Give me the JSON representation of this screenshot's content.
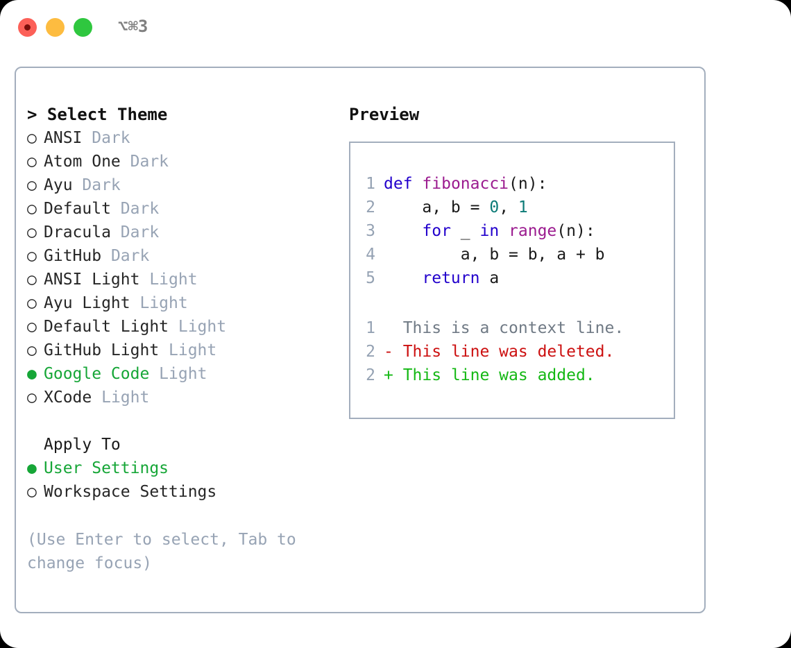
{
  "window": {
    "shortcut": "⌥⌘3",
    "traffic_lights": [
      {
        "name": "close",
        "color": "#fc6058"
      },
      {
        "name": "minimize",
        "color": "#fdbc40"
      },
      {
        "name": "maximize",
        "color": "#2fc73f"
      }
    ]
  },
  "colors": {
    "accent_green": "#16a637",
    "muted": "#97a3b4",
    "border": "#a3aebd",
    "keyword": "#2200cc",
    "function": "#9b1b8f",
    "number": "#0c7b77",
    "diff_deleted": "#cc1010",
    "diff_added": "#14b814",
    "diff_context": "#707a85"
  },
  "theme_picker": {
    "header": "> Select Theme",
    "bullet_unselected": "○",
    "bullet_selected": "●",
    "items": [
      {
        "bullet": "○",
        "name": "ANSI",
        "tag": "Dark",
        "selected": false
      },
      {
        "bullet": "○",
        "name": "Atom One",
        "tag": "Dark",
        "selected": false
      },
      {
        "bullet": "○",
        "name": "Ayu",
        "tag": "Dark",
        "selected": false
      },
      {
        "bullet": "○",
        "name": "Default",
        "tag": "Dark",
        "selected": false
      },
      {
        "bullet": "○",
        "name": "Dracula",
        "tag": "Dark",
        "selected": false
      },
      {
        "bullet": "○",
        "name": "GitHub",
        "tag": "Dark",
        "selected": false
      },
      {
        "bullet": "○",
        "name": "ANSI Light",
        "tag": "Light",
        "selected": false
      },
      {
        "bullet": "○",
        "name": "Ayu Light",
        "tag": "Light",
        "selected": false
      },
      {
        "bullet": "○",
        "name": "Default Light",
        "tag": "Light",
        "selected": false
      },
      {
        "bullet": "○",
        "name": "GitHub Light",
        "tag": "Light",
        "selected": false
      },
      {
        "bullet": "●",
        "name": "Google Code",
        "tag": "Light",
        "selected": true
      },
      {
        "bullet": "○",
        "name": "XCode",
        "tag": "Light",
        "selected": false
      }
    ]
  },
  "apply_to": {
    "header": "Apply To",
    "items": [
      {
        "bullet": "●",
        "label": "User Settings",
        "selected": true
      },
      {
        "bullet": "○",
        "label": "Workspace Settings",
        "selected": false
      }
    ]
  },
  "hint": "(Use Enter to select, Tab to change focus)",
  "preview": {
    "header": "Preview",
    "code_lines": [
      {
        "n": "1",
        "tokens": [
          {
            "t": "def",
            "c": "kw"
          },
          {
            "t": " ",
            "c": "pl"
          },
          {
            "t": "fibonacci",
            "c": "fn"
          },
          {
            "t": "(n):",
            "c": "pl"
          }
        ]
      },
      {
        "n": "2",
        "tokens": [
          {
            "t": "    a, b = ",
            "c": "pl"
          },
          {
            "t": "0",
            "c": "num"
          },
          {
            "t": ", ",
            "c": "pl"
          },
          {
            "t": "1",
            "c": "num"
          }
        ]
      },
      {
        "n": "3",
        "tokens": [
          {
            "t": "    ",
            "c": "pl"
          },
          {
            "t": "for",
            "c": "kw"
          },
          {
            "t": " _ ",
            "c": "pl"
          },
          {
            "t": "in",
            "c": "kw"
          },
          {
            "t": " ",
            "c": "pl"
          },
          {
            "t": "range",
            "c": "fn"
          },
          {
            "t": "(n):",
            "c": "pl"
          }
        ]
      },
      {
        "n": "4",
        "tokens": [
          {
            "t": "        a, b = b, a + b",
            "c": "pl"
          }
        ]
      },
      {
        "n": "5",
        "tokens": [
          {
            "t": "    ",
            "c": "pl"
          },
          {
            "t": "return",
            "c": "kw"
          },
          {
            "t": " a",
            "c": "pl"
          }
        ]
      }
    ],
    "diff_lines": [
      {
        "n": "1",
        "marker": " ",
        "text": " This is a context line.",
        "cls": "ctx"
      },
      {
        "n": "2",
        "marker": "-",
        "text": " This line was deleted.",
        "cls": "del"
      },
      {
        "n": "2",
        "marker": "+",
        "text": " This line was added.",
        "cls": "add"
      }
    ]
  }
}
